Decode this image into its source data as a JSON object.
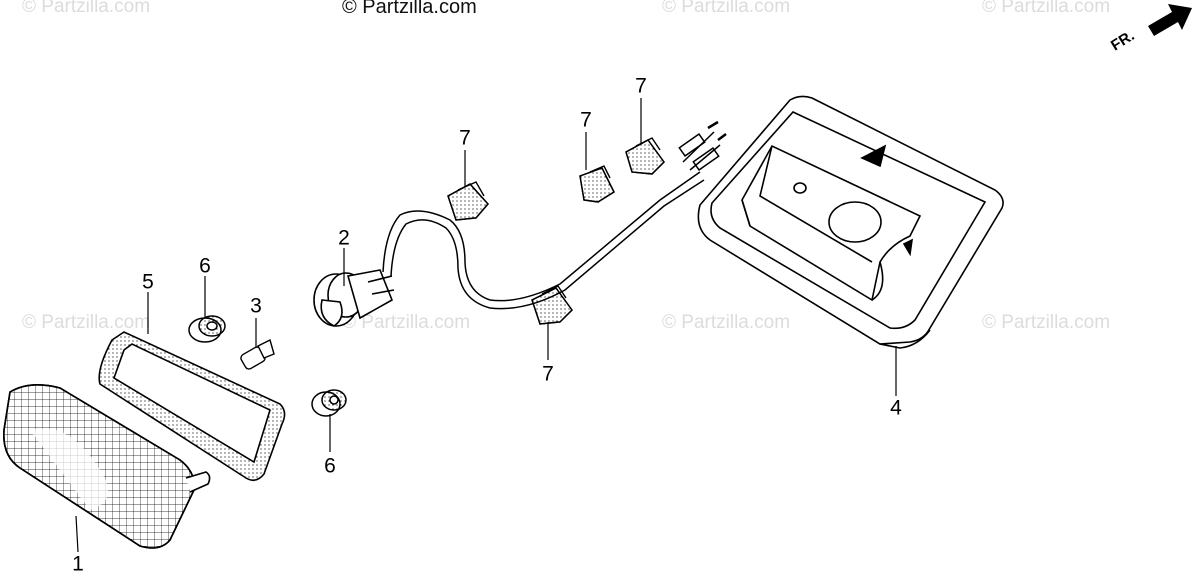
{
  "watermarks": {
    "main": "© Partzilla.com",
    "faint": "© Partzilla.com"
  },
  "direction_label": "FR.",
  "callouts": [
    {
      "id": "1",
      "label": "1"
    },
    {
      "id": "2",
      "label": "2"
    },
    {
      "id": "3",
      "label": "3"
    },
    {
      "id": "4",
      "label": "4"
    },
    {
      "id": "5",
      "label": "5"
    },
    {
      "id": "6a",
      "label": "6"
    },
    {
      "id": "6b",
      "label": "6"
    },
    {
      "id": "7a",
      "label": "7"
    },
    {
      "id": "7b",
      "label": "7"
    },
    {
      "id": "7c",
      "label": "7"
    },
    {
      "id": "7d",
      "label": "7"
    }
  ],
  "colors": {
    "line": "#000000",
    "watermark_faint": "#dcdcdc"
  }
}
